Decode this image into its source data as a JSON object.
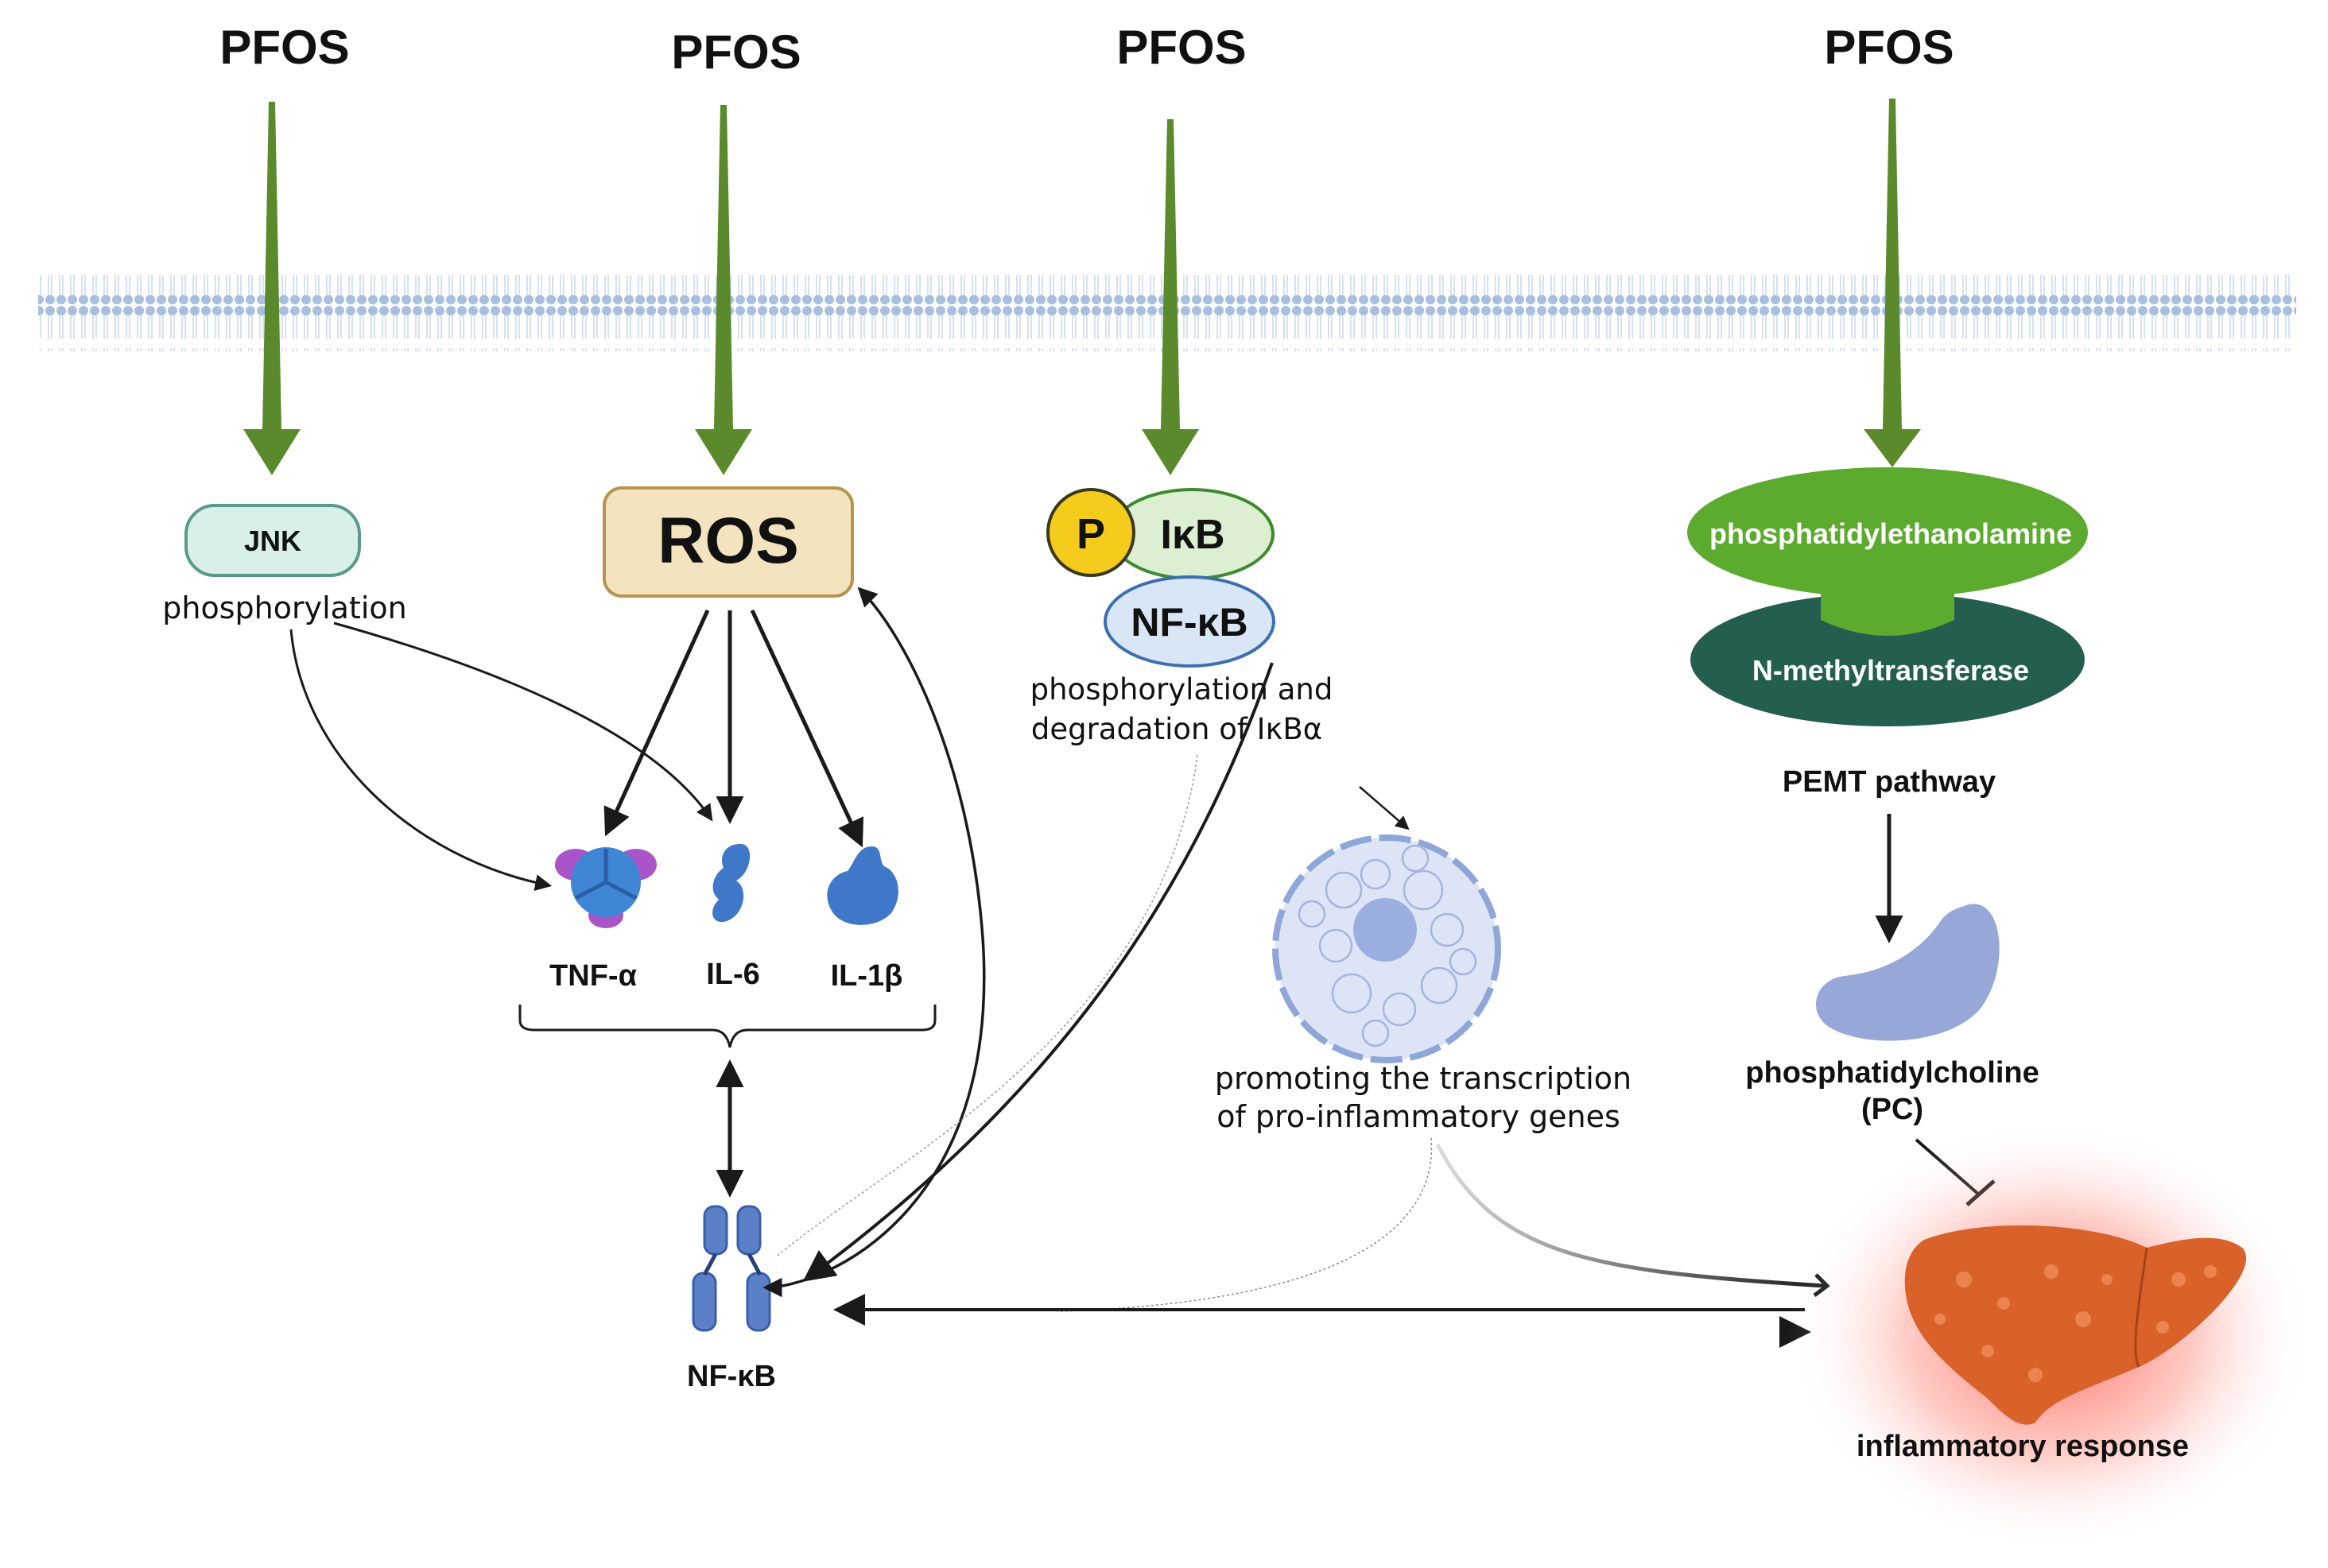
{
  "pfos_labels": [
    "PFOS",
    "PFOS",
    "PFOS",
    "PFOS"
  ],
  "jnk": {
    "label": "JNK",
    "caption": "phosphorylation"
  },
  "ros": {
    "label": "ROS"
  },
  "cytokines": {
    "tnf": "TNF-α",
    "il6": "IL-6",
    "il1b": "IL-1β"
  },
  "nfkb_bottom": {
    "label": "NF-κB"
  },
  "ikb_complex": {
    "p_label": "P",
    "ikb_label": "IκB",
    "nfkb_label": "NF-κB",
    "caption_line1": "phosphorylation and",
    "caption_line2": "degradation of IκBα"
  },
  "nucleus": {
    "caption_line1": "promoting the transcription",
    "caption_line2": "of pro-inflammatory genes"
  },
  "pemt": {
    "enzyme_top": "phosphatidylethanolamine",
    "enzyme_bottom": "N-methyltransferase",
    "pathway_label": "PEMT pathway",
    "product_line1": "phosphatidylcholine",
    "product_line2": "(PC)"
  },
  "liver": {
    "label": "inflammatory response"
  },
  "colors": {
    "pfos_arrow": "#5a8a2b",
    "membrane": "#a8bfe0",
    "jnk_fill": "#d9efe9",
    "jnk_stroke": "#5a9a8a",
    "ros_fill": "#f3e3bf",
    "ros_stroke": "#b8934f",
    "p_fill": "#f5cc1c",
    "ikb_fill": "#dcefd3",
    "nfkb_fill": "#d8e6f5",
    "enzyme_top": "#5cab2e",
    "enzyme_bottom": "#235e4f",
    "pc_fill": "#97a8d8",
    "protein_blue": "#3f78c8",
    "liver": "#d9622b"
  }
}
